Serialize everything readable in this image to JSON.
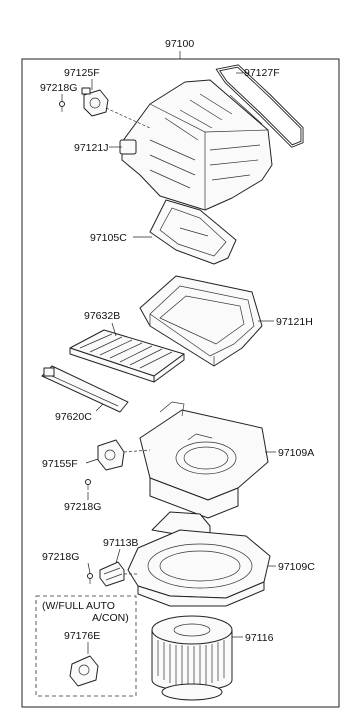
{
  "assembly_label": "97100",
  "callouts": {
    "p97125F": "97125F",
    "p97218G_top": "97218G",
    "p97127F": "97127F",
    "p97121J": "97121J",
    "p97105C": "97105C",
    "p97121H": "97121H",
    "p97632B": "97632B",
    "p97620C": "97620C",
    "p97155F": "97155F",
    "p97109A": "97109A",
    "p97218G_mid": "97218G",
    "p97113B": "97113B",
    "p97218G_low": "97218G",
    "p97109C": "97109C",
    "p97116": "97116",
    "p97176E": "97176E"
  },
  "option_note": {
    "line1": "(W/FULL AUTO",
    "line2": "A/CON)"
  }
}
